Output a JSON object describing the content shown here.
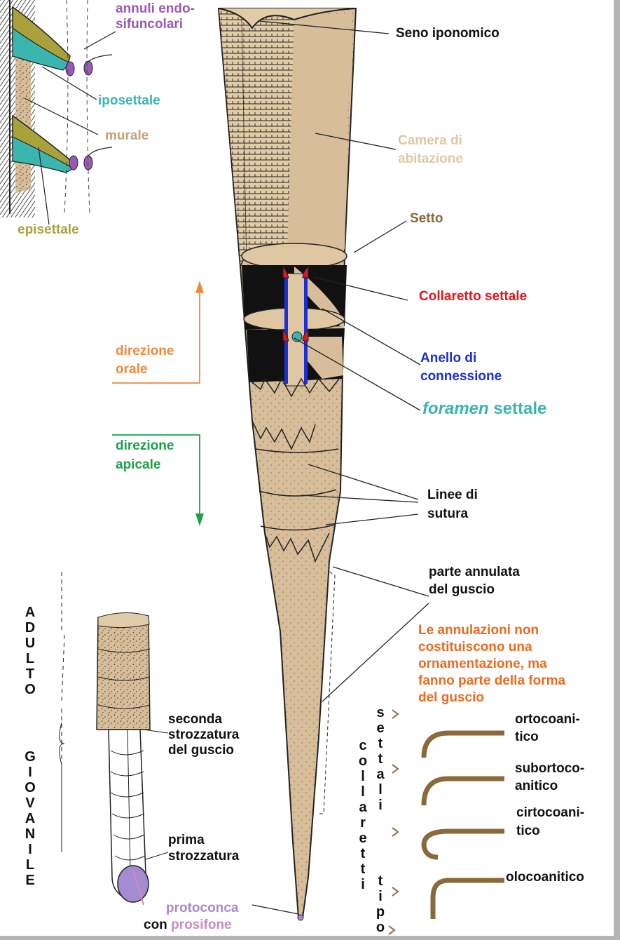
{
  "colors": {
    "shell": "#d7bd9a",
    "shell_dark": "#c2a47e",
    "black": "#111111",
    "purple": "#9b59b6",
    "cyan": "#3ab5b0",
    "olive": "#a9a23a",
    "murale": "#c2a27a",
    "beige": "#e0c7a4",
    "red": "#e0161c",
    "blue": "#1b2fd6",
    "orange": "#f0883a",
    "green": "#1ba04a",
    "orange_text": "#ec6a1f",
    "pink": "#c98bc0",
    "lilac": "#a58bd1",
    "brown": "#8a6a3a"
  },
  "inset": {
    "annuli_line1": "annuli endo-",
    "annuli_line2": "sifuncolari",
    "iposettale": "iposettale",
    "murale": "murale",
    "episettale": "episettale"
  },
  "main": {
    "seno": "Seno iponomico",
    "camera_line1": "Camera di",
    "camera_line2": "abitazione",
    "setto": "Setto",
    "collaretto": "Collaretto settale",
    "anello_line1": "Anello di",
    "anello_line2": "connessione",
    "foramen_italic": "foramen",
    "foramen_rest": " settale",
    "dir_orale_line1": "direzione",
    "dir_orale_line2": "orale",
    "dir_apicale_line1": "direzione",
    "dir_apicale_line2": "apicale",
    "linee_line1": "Linee di",
    "linee_line2": "sutura",
    "parte_line1": "parte annulata",
    "parte_line2": "del guscio",
    "note_lines": [
      "Le annulazioni non",
      "costituiscono una",
      "ornamentazione, ma",
      "fanno parte della forma",
      "del guscio"
    ]
  },
  "juvenile": {
    "adulto_letters": [
      "A",
      "D",
      "U",
      "L",
      "T",
      "O"
    ],
    "giovanile_letters": [
      "G",
      "I",
      "O",
      "V",
      "A",
      "N",
      "I",
      "L",
      "E"
    ],
    "seconda_lines": [
      "seconda",
      "strozzatura",
      "del guscio"
    ],
    "prima_lines": [
      "prima",
      "strozzatura"
    ],
    "protoconca": "protoconca",
    "con": "con ",
    "prosifone": "prosifone"
  },
  "collaretti": {
    "col1": [
      "c",
      "o",
      "l",
      "l",
      "a",
      "r",
      "e",
      "t",
      "t",
      "i"
    ],
    "col2": [
      "s",
      "e",
      "t",
      "t",
      "a",
      "l",
      "i"
    ],
    "col3": [
      "t",
      "i",
      "p",
      "o"
    ],
    "types": [
      {
        "line1": "ortocoani-",
        "line2": "tico"
      },
      {
        "line1": "subortoco-",
        "line2": "anitico"
      },
      {
        "line1": "cirtocoani-",
        "line2": "tico"
      },
      {
        "line1": "olocoanitico",
        "line2": ""
      }
    ]
  }
}
